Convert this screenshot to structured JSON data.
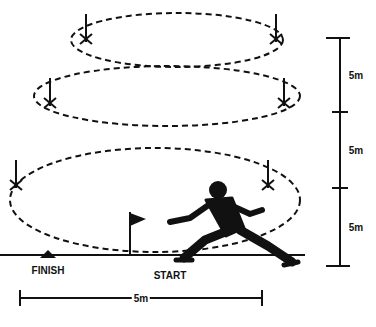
{
  "diagram": {
    "labels": [
      "5m",
      "5m",
      "5m",
      "FINISH",
      "START",
      "5m"
    ]
  }
}
